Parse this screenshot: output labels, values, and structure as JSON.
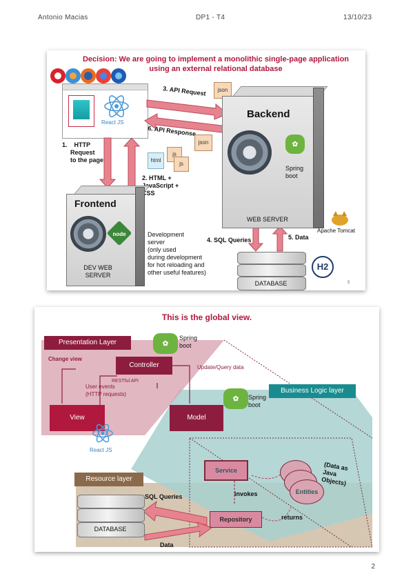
{
  "header": {
    "author": "Antonio Macias",
    "course": "DP1 - T4",
    "date": "13/10/23"
  },
  "page_number": "2",
  "slide1": {
    "title_line1": "Decision: We are going to implement a monolithic single-page application",
    "title_line2": "using an external relational database",
    "react_label": "React JS",
    "step1": [
      "1.",
      "HTTP",
      "Request",
      "to the page"
    ],
    "step2": "2. HTML +\nJavaScript +\nCSS",
    "step3": "3. API Request",
    "step4": "4. SQL Queries",
    "step5": "5. Data",
    "step6": "6. API Response",
    "json1": "json",
    "json2": "json",
    "html": "html",
    "js1": "js",
    "js2": "js",
    "frontend_title": "Frontend",
    "node_label": "node",
    "dev_server": "DEV WEB\nSERVER",
    "dev_note": "Development\nserver\n(only used\nduring development\nfor hot reloading and\nother useful features)",
    "backend_title": "Backend",
    "spring_label": "Spring\nboot",
    "web_server": "WEB SERVER",
    "tomcat": "Apache Tomcat",
    "database": "DATABASE",
    "h2": "H2",
    "slide_num": "5"
  },
  "slide2": {
    "title": "This is the global view.",
    "presentation_layer": "Presentation Layer",
    "spring1": "Spring\nboot",
    "change_view": "Change view",
    "controller": "Controller",
    "restful": "RESTful API",
    "user_events": "User events\n(HTTP requests)",
    "update_query": "Update/Query data",
    "view": "View",
    "react": "React JS",
    "model": "Model",
    "spring2": "Spring\nboot",
    "business_layer": "Business Logic layer",
    "service": "Service",
    "invokes": "invokes",
    "entities": "Entities",
    "data_objects": "(Data as\nJava\nObjects)",
    "resource_layer": "Resource layer",
    "sql_queries": "SQL Queries",
    "repository": "Repository",
    "returns": "returns",
    "database": "DATABASE",
    "data": "Data"
  },
  "colors": {
    "title_red": "#b0183d",
    "arrow_pink": "#e7838f",
    "pres_pink": "#d9a5b3",
    "business_teal": "#a8d0cf",
    "resource_tan": "#c8b49a",
    "maroon": "#8c1d3f"
  }
}
